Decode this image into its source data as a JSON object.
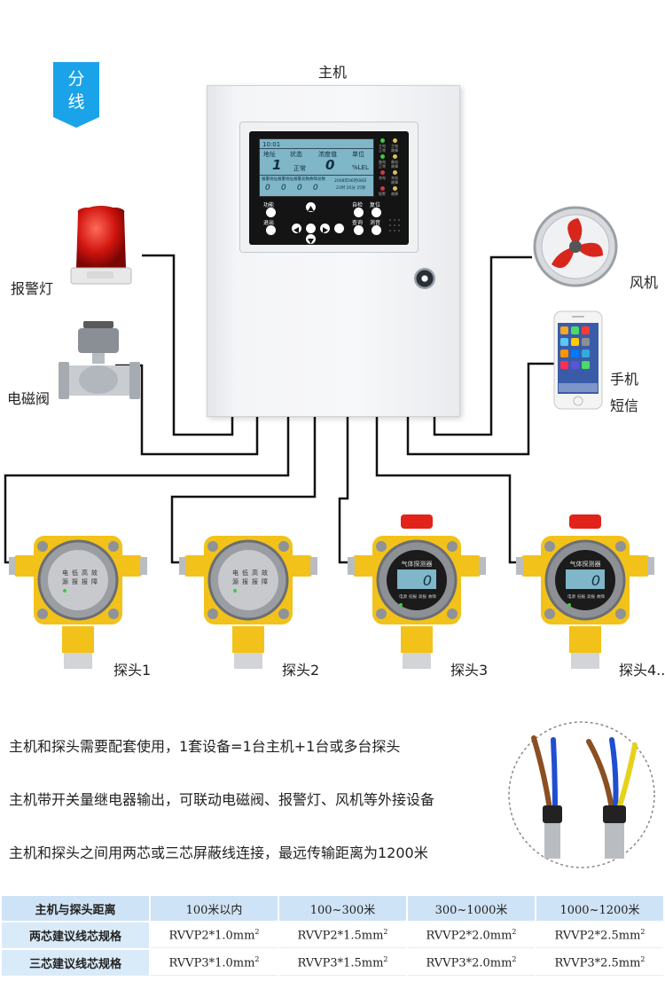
{
  "badge": {
    "line1": "分",
    "line2": "线"
  },
  "host": {
    "title": "主机"
  },
  "panel": {
    "lcd": {
      "top_code": "10:01",
      "col_addr": "地址",
      "col_status": "状态",
      "col_conc": "浓度值",
      "col_unit": "单位",
      "addr_value": "1",
      "status_value": "正常",
      "conc_value": "0",
      "unit_value": "%LEL",
      "bottom_items": [
        "报警地址",
        "报警地址",
        "报警总数",
        "故障总数"
      ],
      "bottom_values": [
        "0",
        "0",
        "0",
        "0"
      ],
      "date_line1": "2008年06月08日",
      "date_line2": "23时 35分 25秒"
    },
    "indicators": [
      {
        "label1": "主电",
        "label2": "正常",
        "color": "#3ecb3e"
      },
      {
        "label1": "主电",
        "label2": "故障",
        "color": "#d9c34a"
      },
      {
        "label1": "备电",
        "label2": "正常",
        "color": "#3ecb3e"
      },
      {
        "label1": "备电",
        "label2": "故障",
        "color": "#d9c34a"
      },
      {
        "label1": "充电",
        "label2": "",
        "color": "#d23a3a"
      },
      {
        "label1": "充电",
        "label2": "故障",
        "color": "#d9c34a"
      },
      {
        "label1": "报警",
        "label2": "",
        "color": "#d23a3a"
      },
      {
        "label1": "故障",
        "label2": "",
        "color": "#d9c34a"
      }
    ],
    "buttons": {
      "function": "功能",
      "exit": "退出",
      "selfcheck": "自检",
      "reset": "复位",
      "query": "查询",
      "mute": "消音"
    }
  },
  "devices": {
    "alarm_light": "报警灯",
    "solenoid_valve": "电磁阀",
    "fan": "风机",
    "phone_line1": "手机",
    "phone_line2": "短信"
  },
  "probes": {
    "labels": [
      "探头1",
      "探头2",
      "探头3",
      "探头4.."
    ],
    "face_text_1": [
      "电",
      "低",
      "高",
      "故"
    ],
    "face_text_2": [
      "源",
      "报",
      "报",
      "障"
    ],
    "digital_title": "气体探测器",
    "digital_value": "0",
    "digital_keys": [
      "电源",
      "低报",
      "高报",
      "故障"
    ]
  },
  "description": [
    "主机和探头需要配套使用，1套设备=1台主机+1台或多台探头",
    "主机带开关量继电器输出，可联动电磁阀、报警灯、风机等外接设备",
    "主机和探头之间用两芯或三芯屏蔽线连接，最远传输距离为1200米"
  ],
  "spec_table": {
    "header_label": "主机与探头距离",
    "distances": [
      "100米以内",
      "100~300米",
      "300~1000米",
      "1000~1200米"
    ],
    "rows": [
      {
        "label": "两芯建议线芯规格",
        "values": [
          "RVVP2*1.0mm",
          "RVVP2*1.5mm",
          "RVVP2*2.0mm",
          "RVVP2*2.5mm"
        ],
        "sup": "2"
      },
      {
        "label": "三芯建议线芯规格",
        "values": [
          "RVVP3*1.0mm",
          "RVVP3*1.5mm",
          "RVVP3*2.0mm",
          "RVVP3*2.5mm"
        ],
        "sup": "2"
      }
    ]
  },
  "colors": {
    "badge": "#1aa3e8",
    "wire": "#111111",
    "probe_yellow": "#f2c21a",
    "table_header": "#cfe3f6"
  }
}
